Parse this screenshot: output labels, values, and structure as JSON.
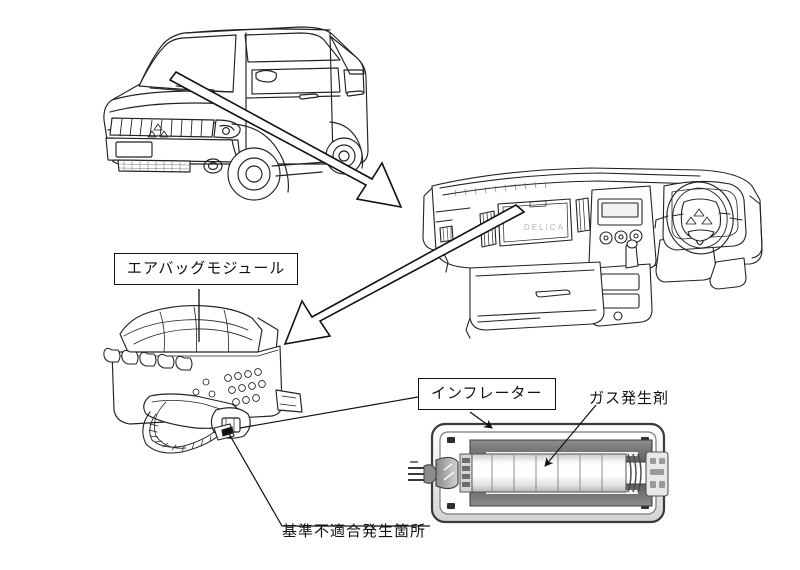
{
  "document": {
    "kind": "technical-illustration",
    "subject": "airbag-module-recall-diagram",
    "background_color": "#ffffff",
    "line_color": "#111111"
  },
  "labels": {
    "airbag_module": "エアバッグモジュール",
    "inflator": "インフレーター",
    "gas_generant": "ガス発生剤",
    "defect_location": "基準不適合発生箇所"
  },
  "figures": {
    "vehicle": {
      "name": "vehicle-exterior",
      "badge": "mitsubishi-three-diamond"
    },
    "dashboard": {
      "name": "instrument-panel",
      "glovebox_text": "DELICA",
      "badge": "mitsubishi-three-diamond"
    },
    "module": {
      "name": "airbag-module-assembly"
    },
    "inflator": {
      "name": "inflator-cutaway",
      "generant_wafer_count": 7,
      "parts": [
        "connector-pins",
        "igniter",
        "perforated-plate",
        "gas-generant-wafers",
        "filter-coil",
        "end-cap"
      ]
    }
  },
  "connectors": {
    "vehicle_to_dashboard": "block-arrow-down-right",
    "dashboard_to_module": "block-arrow-down-left",
    "module_label_leader": "vertical-leader-line",
    "inflator_label_leader": "leader-line-with-arrowhead",
    "gas_generant_leader": "diagonal-arrow-down-left",
    "defect_leader": "diagonal-arrow-up-left"
  },
  "palette": {
    "outline": "#111111",
    "metal_dark": "#6f6f6f",
    "metal_mid": "#9a9a9a",
    "metal_light": "#d9d9d9",
    "generant_fill": "#f2f2f2",
    "housing_fill": "#efefef"
  }
}
